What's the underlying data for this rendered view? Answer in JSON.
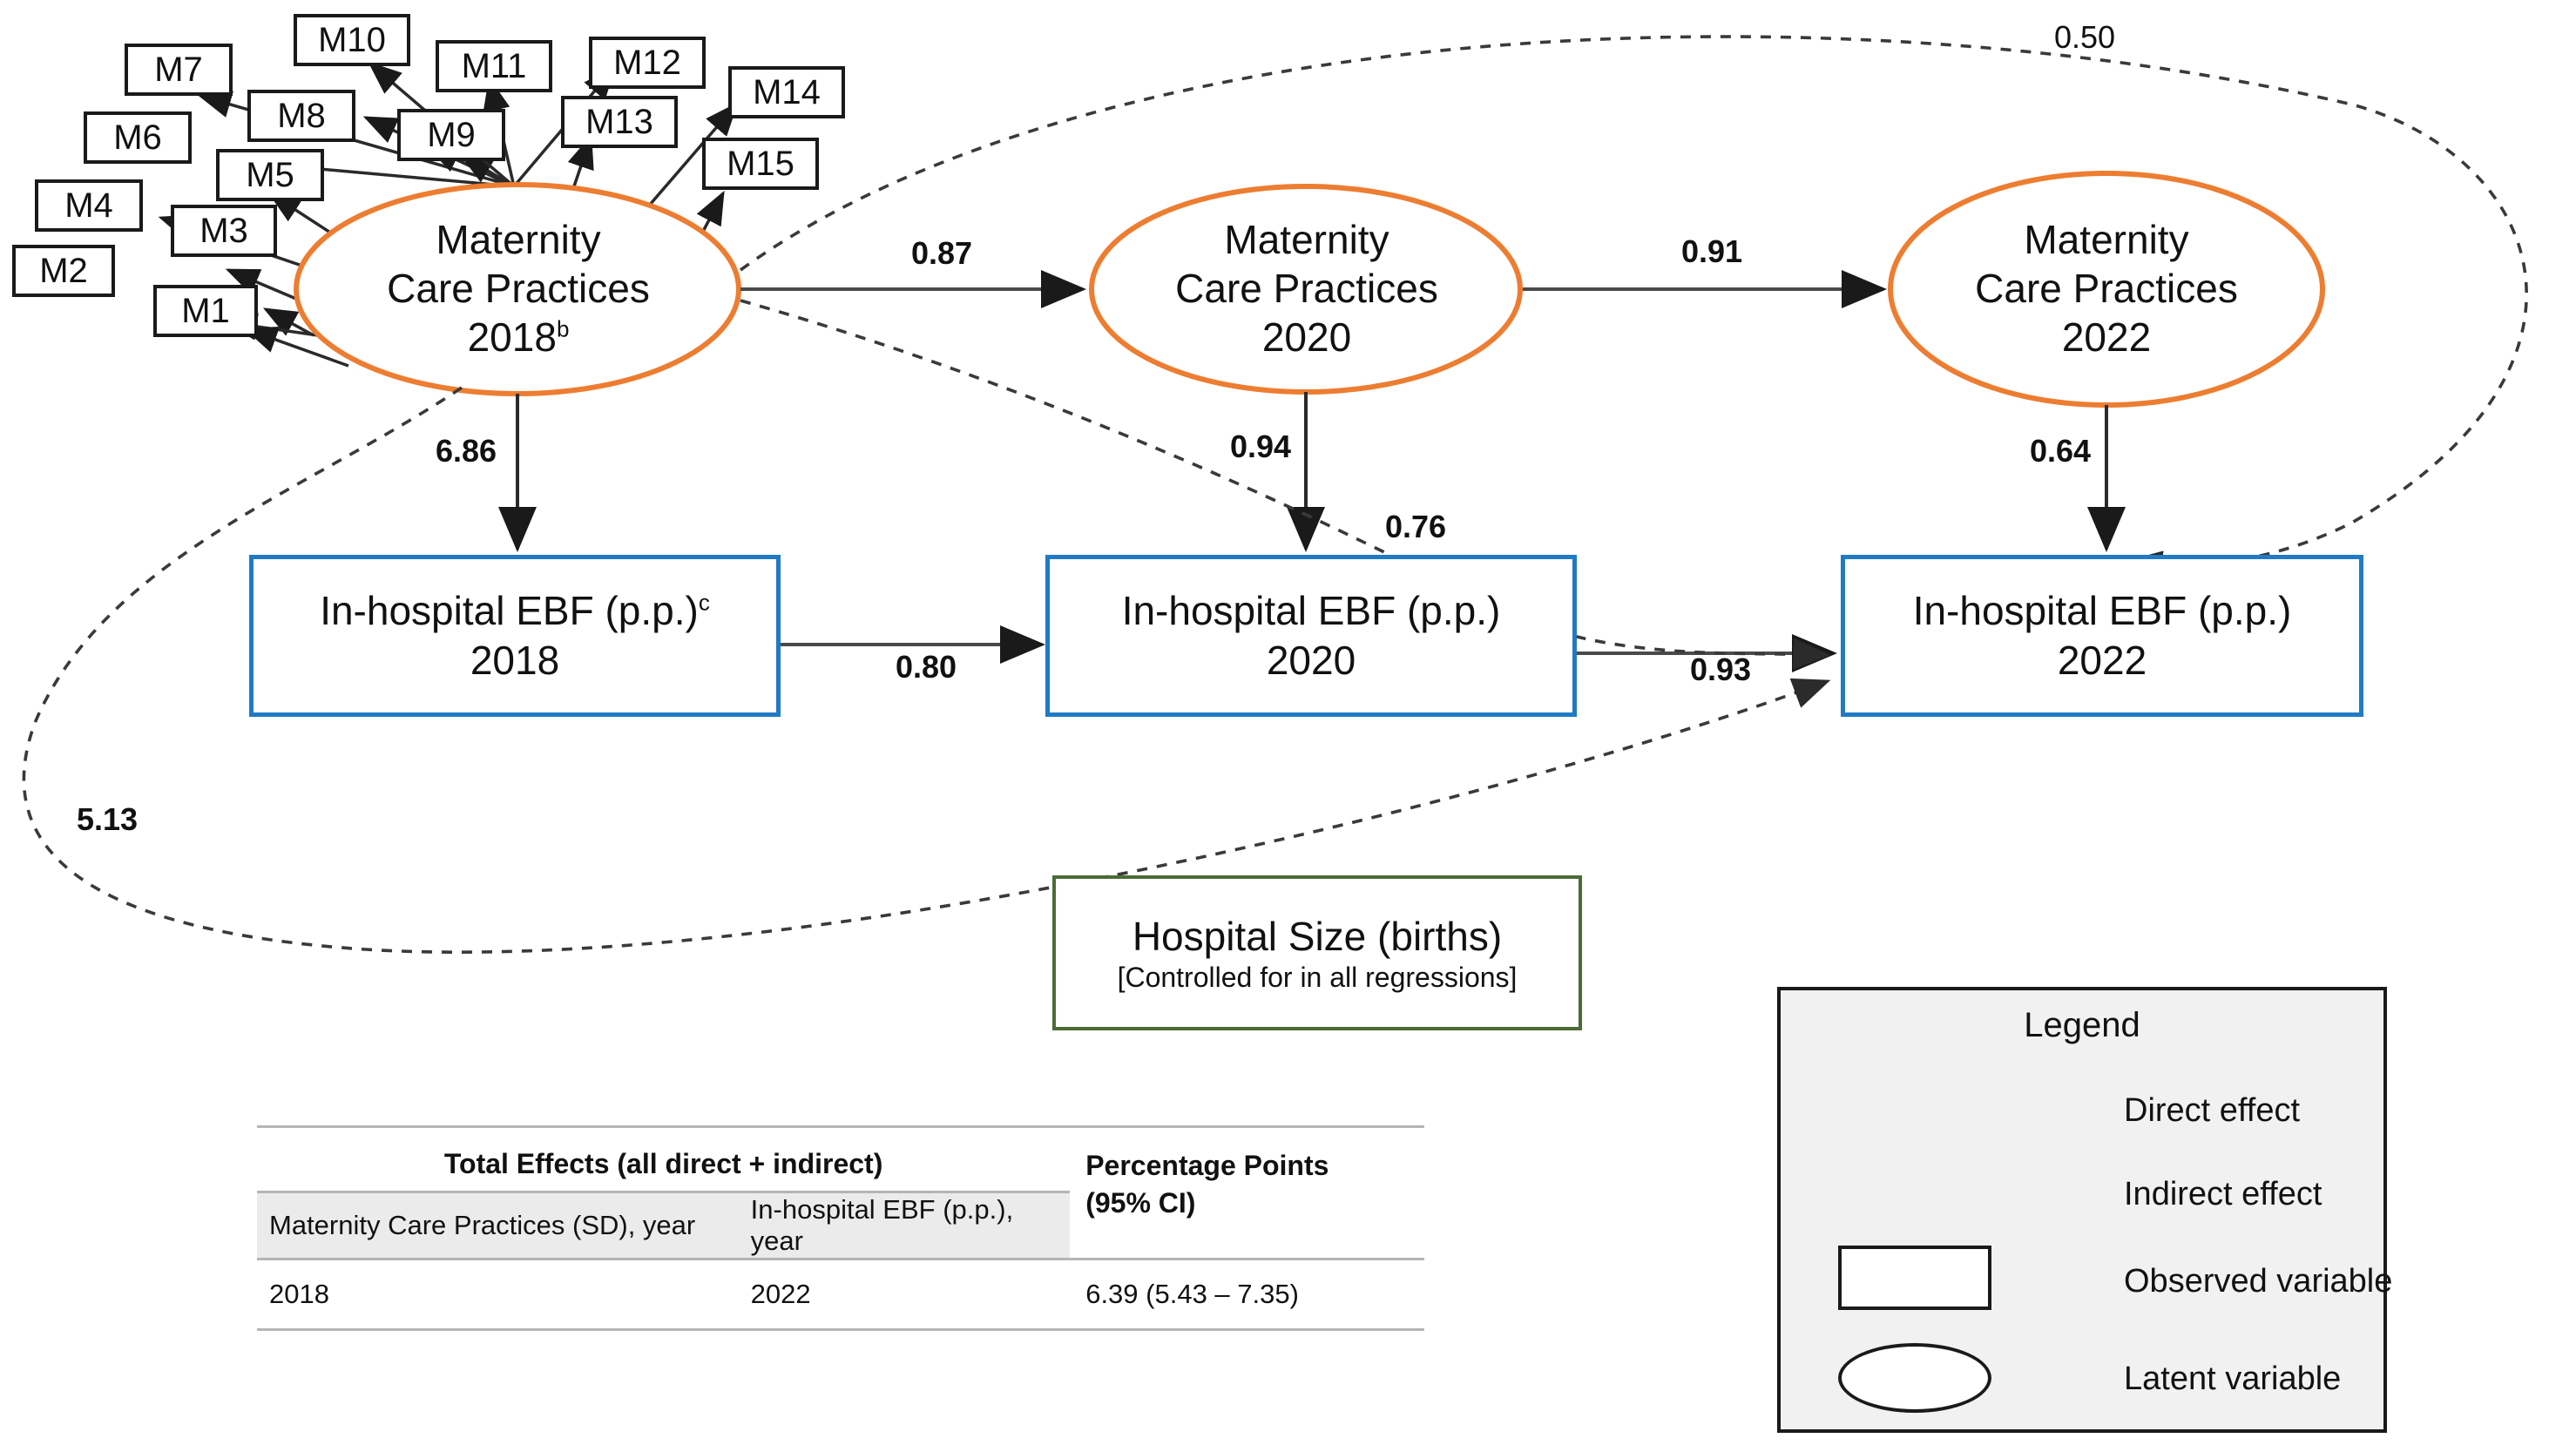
{
  "figure": {
    "type": "sem-path-diagram",
    "accent_latent_border": "#ED7D31",
    "accent_observed_border": "#1F7BC4",
    "accent_control_border": "#4B6B37"
  },
  "indicators": [
    {
      "id": "M1",
      "label": "M1"
    },
    {
      "id": "M2",
      "label": "M2"
    },
    {
      "id": "M3",
      "label": "M3"
    },
    {
      "id": "M4",
      "label": "M4"
    },
    {
      "id": "M5",
      "label": "M5"
    },
    {
      "id": "M6",
      "label": "M6"
    },
    {
      "id": "M7",
      "label": "M7"
    },
    {
      "id": "M8",
      "label": "M8"
    },
    {
      "id": "M9",
      "label": "M9"
    },
    {
      "id": "M10",
      "label": "M10"
    },
    {
      "id": "M11",
      "label": "M11"
    },
    {
      "id": "M12",
      "label": "M12"
    },
    {
      "id": "M13",
      "label": "M13"
    },
    {
      "id": "M14",
      "label": "M14"
    },
    {
      "id": "M15",
      "label": "M15"
    }
  ],
  "latents": [
    {
      "id": "mcp2018",
      "line1": "Maternity",
      "line2": "Care Practices",
      "line3": "2018",
      "superscript": "b"
    },
    {
      "id": "mcp2020",
      "line1": "Maternity",
      "line2": "Care Practices",
      "line3": "2020",
      "superscript": ""
    },
    {
      "id": "mcp2022",
      "line1": "Maternity",
      "line2": "Care Practices",
      "line3": "2022",
      "superscript": ""
    }
  ],
  "observed": [
    {
      "id": "ebf2018",
      "line1": "In-hospital EBF (p.p.)",
      "superscript": "c",
      "line2": "2018"
    },
    {
      "id": "ebf2020",
      "line1": "In-hospital EBF (p.p.)",
      "superscript": "",
      "line2": "2020"
    },
    {
      "id": "ebf2022",
      "line1": "In-hospital EBF (p.p.)",
      "superscript": "",
      "line2": "2022"
    }
  ],
  "control": {
    "title": "Hospital Size (births)",
    "note": "[Controlled for in all regressions]"
  },
  "paths": [
    {
      "id": "mcp2018-mcp2020",
      "label": "0.87",
      "kind": "direct"
    },
    {
      "id": "mcp2020-mcp2022",
      "label": "0.91",
      "kind": "direct"
    },
    {
      "id": "mcp2018-ebf2018",
      "label": "6.86",
      "kind": "direct"
    },
    {
      "id": "mcp2020-ebf2020",
      "label": "0.94",
      "kind": "direct"
    },
    {
      "id": "mcp2022-ebf2022",
      "label": "0.64",
      "kind": "direct"
    },
    {
      "id": "ebf2018-ebf2020",
      "label": "0.80",
      "kind": "direct"
    },
    {
      "id": "ebf2020-ebf2022",
      "label": "0.93",
      "kind": "direct"
    },
    {
      "id": "mcp2018-mcp2022-indirect",
      "label": "0.50",
      "kind": "indirect"
    },
    {
      "id": "mcp2018-ebf2020-indirect",
      "label": "0.76",
      "kind": "indirect"
    },
    {
      "id": "mcp2018-ebf2022-indirect",
      "label": "5.13",
      "kind": "indirect"
    }
  ],
  "table": {
    "group_header": "Total Effects (all direct + indirect)",
    "columns": [
      "Maternity Care Practices (SD), year",
      "In-hospital EBF (p.p.), year",
      "Percentage Points (95% CI)"
    ],
    "right_header_line1": "Percentage Points",
    "right_header_line2": "(95% CI)",
    "rows": [
      {
        "exposure_year": "2018",
        "outcome_year": "2022",
        "estimate": "6.39 (5.43 – 7.35)"
      }
    ]
  },
  "legend": {
    "title": "Legend",
    "items": [
      {
        "icon": "arrow-solid-icon",
        "label": "Direct effect"
      },
      {
        "icon": "arrow-dashed-icon",
        "label": "Indirect effect"
      },
      {
        "icon": "rectangle-icon",
        "label": "Observed variable"
      },
      {
        "icon": "ellipse-icon",
        "label": "Latent variable"
      }
    ]
  }
}
